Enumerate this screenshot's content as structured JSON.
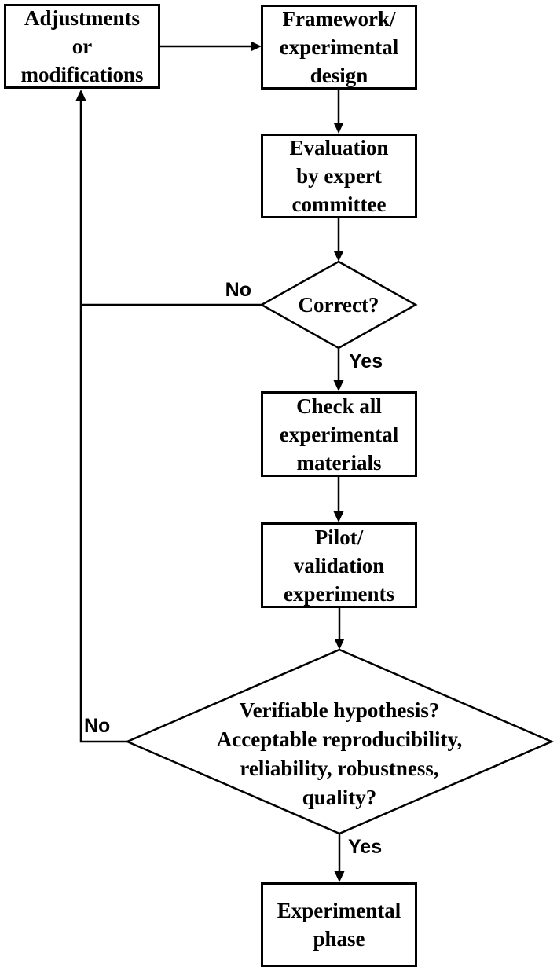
{
  "figure": {
    "type": "flowchart",
    "colors": {
      "background": "#ffffff",
      "line": "#000000",
      "text": "#000000"
    }
  },
  "nodes": {
    "adjustments": {
      "shape": "rect",
      "label": "Adjustments\nor\nmodifications"
    },
    "framework": {
      "shape": "rect",
      "label": "Framework/\nexperimental\ndesign"
    },
    "evaluation": {
      "shape": "rect",
      "label": "Evaluation\nby expert\ncommittee"
    },
    "correct_decision": {
      "shape": "diamond",
      "label": "Correct?"
    },
    "check_materials": {
      "shape": "rect",
      "label": "Check all\nexperimental\nmaterials"
    },
    "pilot": {
      "shape": "rect",
      "label": "Pilot/\nvalidation\nexperiments"
    },
    "hypothesis_decision": {
      "shape": "diamond",
      "label": "Verifiable hypothesis?\nAcceptable reproducibility,\nreliability, robustness,\nquality?"
    },
    "experimental_phase": {
      "shape": "rect",
      "label": "Experimental\nphase"
    }
  },
  "edges": {
    "correct_no_label": "No",
    "correct_yes_label": "Yes",
    "hypothesis_no_label": "No",
    "hypothesis_yes_label": "Yes"
  }
}
